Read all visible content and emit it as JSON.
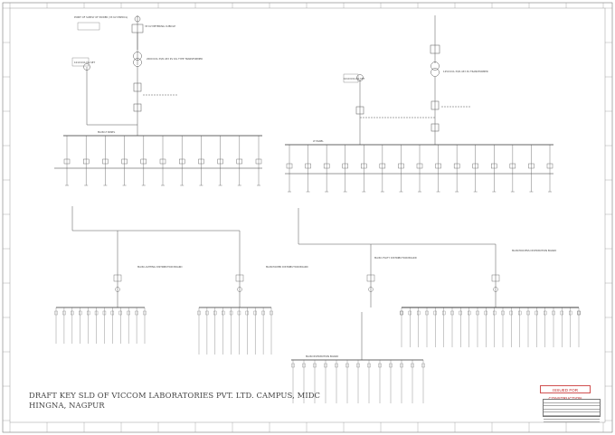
{
  "drawing": {
    "title_line1": "DRAFT KEY SLD OF VICCOM LABORATORIES PVT. LTD. CAMPUS, MIDC",
    "title_line2": "HINGNA, NAGPUR",
    "stamp": "ISSUED FOR CONSTRUCTION"
  },
  "annotations": {
    "source_note": "POINT OF SUPPLY OF POWER (33 KV MSEDCL)",
    "metering_cubicle": "33 KV METERING CUBICLE",
    "tr1": "2000 KVA 33/0.433 KV OIL TYPE TRANSFORMER",
    "tr2": "1250 KVA 33/0.433 KV TRANSFORMER",
    "dg1": "1010 KVA DG SET",
    "dg2": "1010 KVA DG SET",
    "main_lt_panel": "MAIN LT PANEL",
    "pcc2_panel": "LT PANEL",
    "board_a": "MAIN LIGHTING DISTRIBUTION BOARD",
    "board_b": "MAIN POWER DISTRIBUTION BOARD",
    "board_c": "MAIN UTILITY DISTRIBUTION BOARD",
    "board_d": "MAIN PROCESS DISTRIBUTION BOARD",
    "bus_bottom": "MAIN DISTRIBUTION BOARD"
  }
}
